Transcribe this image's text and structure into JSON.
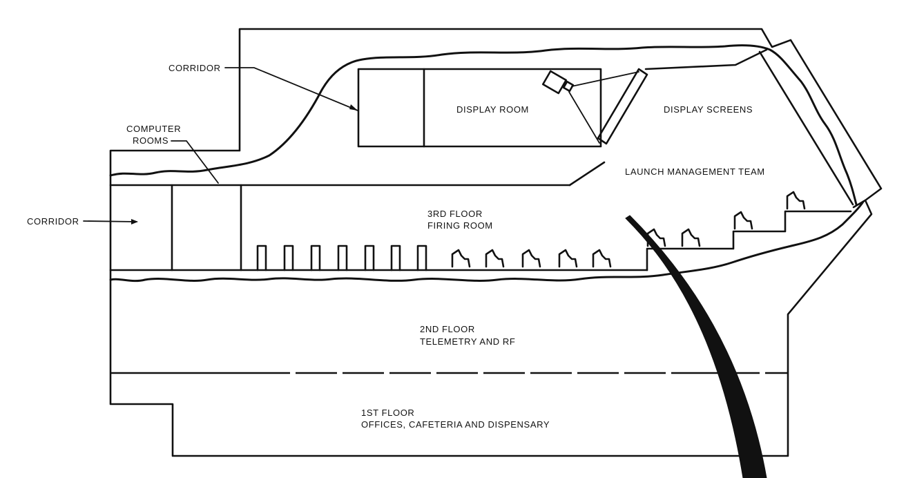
{
  "labels": {
    "corridor_upper": "CORRIDOR",
    "computer_rooms_1": "COMPUTER",
    "computer_rooms_2": "ROOMS",
    "corridor_left": "CORRIDOR",
    "display_room": "DISPLAY ROOM",
    "display_screens": "DISPLAY SCREENS",
    "launch_management_team": "LAUNCH MANAGEMENT TEAM",
    "third_floor_1": "3RD FLOOR",
    "third_floor_2": "FIRING ROOM",
    "second_floor_1": "2ND FLOOR",
    "second_floor_2": "TELEMETRY AND RF",
    "first_floor_1": "1ST FLOOR",
    "first_floor_2": "OFFICES, CAFETERIA AND DISPENSARY"
  },
  "colors": {
    "ink": "#111111",
    "paper": "#ffffff"
  }
}
